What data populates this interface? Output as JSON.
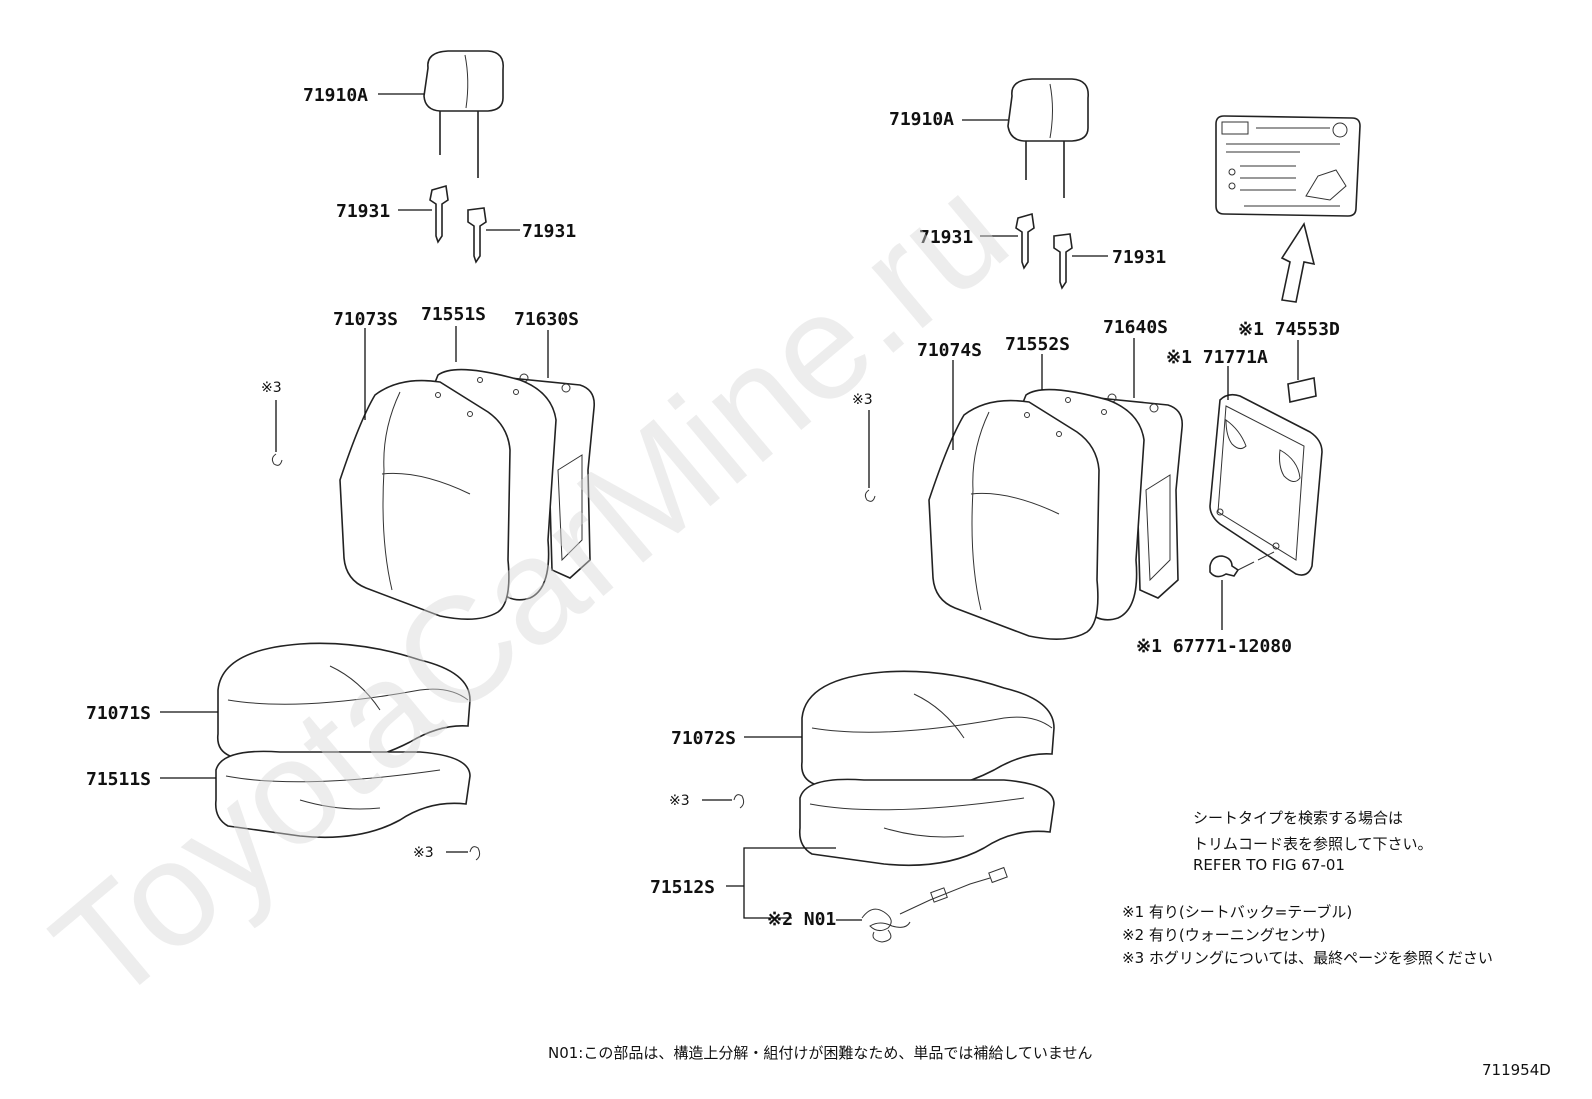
{
  "watermark": "ToyotaCarMine.ru",
  "figure_code": "711954D",
  "footnote": "N01:この部品は、構造上分解・組付けが困難なため、単品では補給していません",
  "notes": {
    "search_line1": "シートタイプを検索する場合は",
    "search_line2": "トリムコード表を参照して下さい。",
    "refer": "REFER TO FIG 67-01",
    "legend1": "※1  有り(シートバック=テーブル)",
    "legend2": "※2  有り(ウォーニングセンサ)",
    "legend3": "※3  ホグリングについては、最終ページを参照ください"
  },
  "left_parts": {
    "headrest": "71910A",
    "guide1": "71931",
    "guide2": "71931",
    "back_cover": "71073S",
    "back_pad": "71551S",
    "back_frame": "71630S",
    "ring_back": "※3",
    "cushion_cover": "71071S",
    "cushion_pad": "71511S",
    "ring_cushion": "※3"
  },
  "right_parts": {
    "headrest": "71910A",
    "guide1": "71931",
    "guide2": "71931",
    "back_cover": "71074S",
    "back_pad": "71552S",
    "back_frame": "71640S",
    "label": "※1 74553D",
    "table_board": "※1 71771A",
    "bolt": "※1 67771-12080",
    "ring_back": "※3",
    "cushion_cover": "71072S",
    "ring_cushion": "※3",
    "cushion_pad": "71512S",
    "sensor": "※2 N01"
  }
}
